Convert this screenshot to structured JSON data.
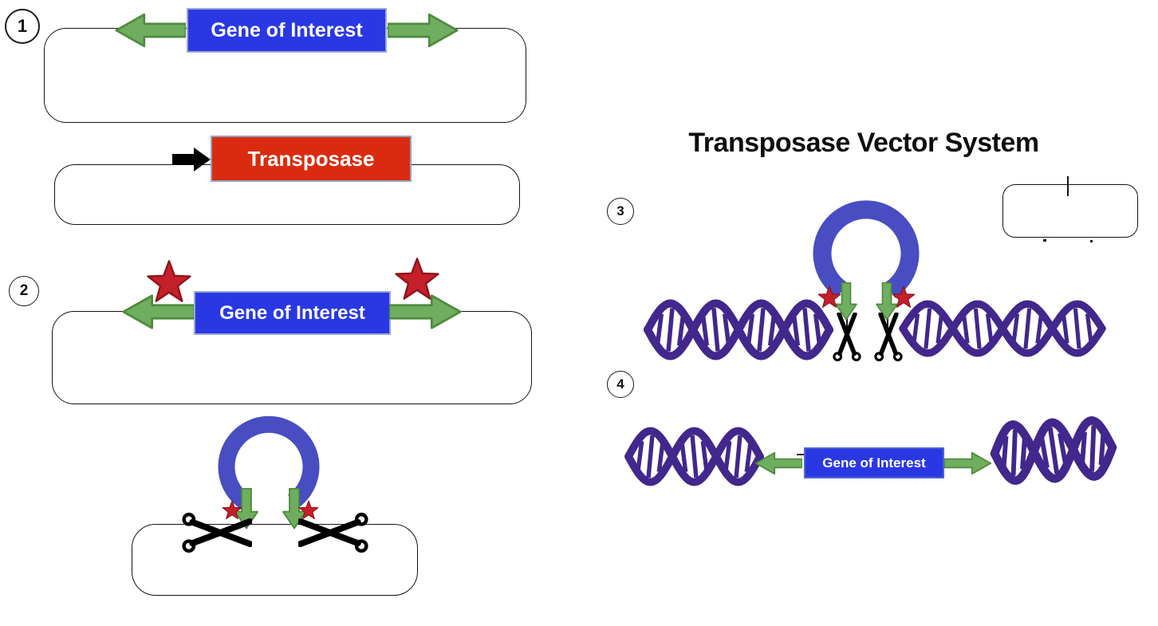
{
  "title": "Transposase Vector System",
  "labels": {
    "gene_of_interest": "Gene of Interest",
    "transposase": "Transposase"
  },
  "steps": [
    {
      "number": "1"
    },
    {
      "number": "2"
    },
    {
      "number": "3"
    },
    {
      "number": "4"
    }
  ],
  "icons": {
    "itr_arrow_icon": "green double-ended terminal-repeat arrow",
    "promoter_arrow_icon": "black right arrow",
    "star_icon": "red five-point star",
    "scissors_icon": "open scissors (cut site)",
    "excised_loop_icon": "blue open-circle loop",
    "dna_helix_icon": "purple double helix",
    "plasmid_icon": "rounded-rectangle plasmid loop"
  },
  "colors": {
    "gene_box_blue": "#2a38e4",
    "gene_box_border_light": "#9aa6d6",
    "gene_box_border_dark": "#4f63cf",
    "transposase_red": "#da2b10",
    "transposase_border": "#97a2bd",
    "arrow_green": "#6fae5e",
    "arrow_green_border": "#4e8a3e",
    "star_red": "#c4202a",
    "star_red_border": "#8f1219",
    "loop_blue": "#484dc2",
    "dna_purple": "#42278c",
    "line_black": "#141414"
  }
}
